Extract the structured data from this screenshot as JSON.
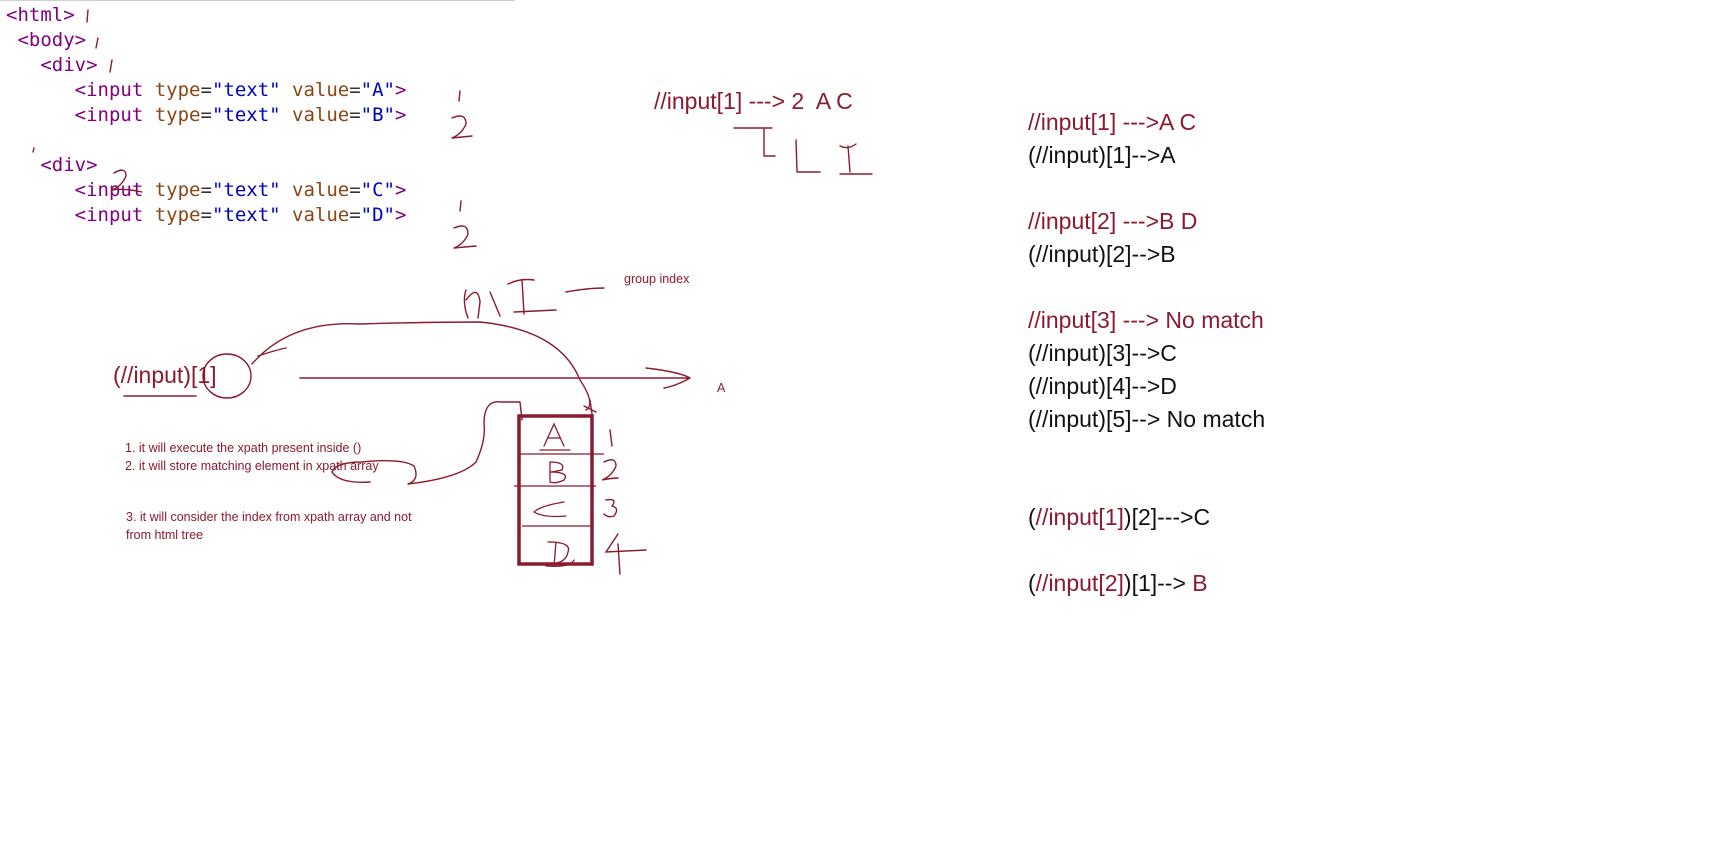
{
  "code": {
    "lines": [
      {
        "indent": "",
        "tag": "<html>"
      },
      {
        "indent": " ",
        "tag": "<body>"
      },
      {
        "indent": "   ",
        "tag": "<div>"
      },
      {
        "indent": "      ",
        "open": "<input",
        "type_attr": " type",
        "eq1": "=",
        "type_val": "\"text\"",
        "value_attr": " value",
        "eq2": "=",
        "value_val": "\"A\"",
        "close": ">"
      },
      {
        "indent": "      ",
        "open": "<input",
        "type_attr": " type",
        "eq1": "=",
        "type_val": "\"text\"",
        "value_attr": " value",
        "eq2": "=",
        "value_val": "\"B\"",
        "close": ">"
      },
      {
        "indent": "   ",
        "tag": "<div>"
      },
      {
        "indent": "      ",
        "open": "<input",
        "type_attr": " type",
        "eq1": "=",
        "type_val": "\"text\"",
        "value_attr": " value",
        "eq2": "=",
        "value_val": "\"C\"",
        "close": ">"
      },
      {
        "indent": "      ",
        "open": "<input",
        "type_attr": " type",
        "eq1": "=",
        "type_val": "\"text\"",
        "value_attr": " value",
        "eq2": "=",
        "value_val": "\"D\"",
        "close": ">"
      }
    ]
  },
  "handwritten": {
    "div_number": "2",
    "group_index_label": "group index",
    "xpath_expr": "(//input)[1]",
    "arrow_result": "A",
    "array_letters": [
      "A",
      "B",
      "C",
      "D"
    ],
    "array_indexes": [
      "1",
      "2",
      "3",
      "4"
    ],
    "top_expression": "//input[1] ---> 2  A C"
  },
  "notes": [
    "1. it will execute the xpath present inside ()",
    "2. it will store matching element in xpath array",
    "3. it will consider the index from xpath array and not",
    "from html tree"
  ],
  "right_panel": {
    "r1_red": "//input[1] --->A C",
    "r1_black": "(//input)[1]-->A",
    "r2_red": "//input[2] --->B D",
    "r2_black": "(//input)[2]-->B",
    "r3_red": "//input[3] ---> No match",
    "r3_l1": "(//input)[3]-->C",
    "r3_l2": "(//input)[4]-->D",
    "r3_l3": "(//input)[5]--> No match",
    "r4_open": "(",
    "r4_red": "//input[1]",
    "r4_rest": ")[2]--->C",
    "r5_open": "(",
    "r5_red": "//input[2]",
    "r5_rest": ")[1]-->",
    "r5_tail": " B"
  },
  "colors": {
    "ink": "#8b1a2e",
    "tag": "#800080",
    "attr": "#8b4513",
    "string": "#0000c0"
  }
}
